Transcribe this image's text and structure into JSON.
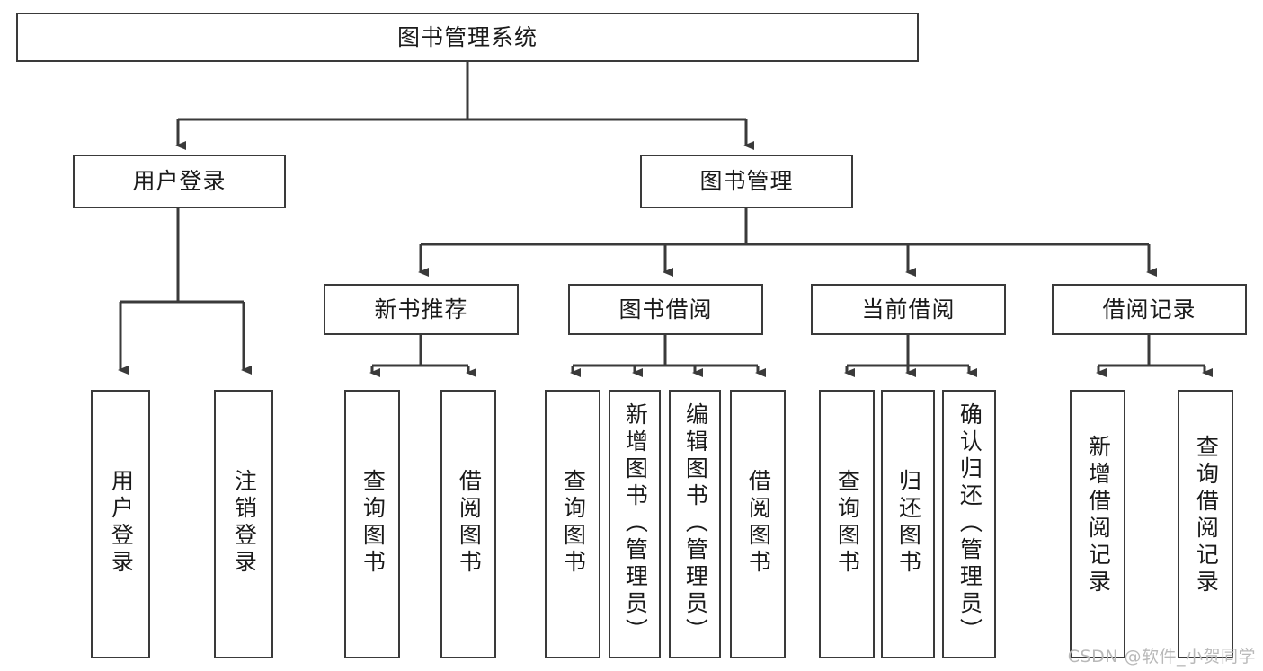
{
  "diagram": {
    "type": "tree",
    "title": "图书管理系统",
    "background": "#ffffff",
    "line_color": "#3a3a3a",
    "box_border_color": "#3a3a3a",
    "box_fill": "#ffffff",
    "text_color": "#1a1a1a",
    "watermark": "CSDN @软件_小贺同学",
    "root": {
      "label": "图书管理系统",
      "children": [
        {
          "label": "用户登录",
          "children": [
            {
              "label": "用户登录"
            },
            {
              "label": "注销登录"
            }
          ]
        },
        {
          "label": "图书管理",
          "children": [
            {
              "label": "新书推荐",
              "children": [
                {
                  "label": "查询图书"
                },
                {
                  "label": "借阅图书"
                }
              ]
            },
            {
              "label": "图书借阅",
              "children": [
                {
                  "label": "查询图书"
                },
                {
                  "label": "新增图书（管理员）"
                },
                {
                  "label": "编辑图书（管理员）"
                },
                {
                  "label": "借阅图书"
                }
              ]
            },
            {
              "label": "当前借阅",
              "children": [
                {
                  "label": "查询图书"
                },
                {
                  "label": "归还图书"
                },
                {
                  "label": "确认归还（管理员）"
                }
              ]
            },
            {
              "label": "借阅记录",
              "children": [
                {
                  "label": "新增借阅记录"
                },
                {
                  "label": "查询借阅记录"
                }
              ]
            }
          ]
        }
      ]
    },
    "nodes": {
      "root": {
        "label": "图书管理系统"
      },
      "l1_0": {
        "label": "用户登录"
      },
      "l1_1": {
        "label": "图书管理"
      },
      "l2_0": {
        "label": "新书推荐"
      },
      "l2_1": {
        "label": "图书借阅"
      },
      "l2_2": {
        "label": "当前借阅"
      },
      "l2_3": {
        "label": "借阅记录"
      },
      "leaf_0": {
        "label": "用户登录"
      },
      "leaf_1": {
        "label": "注销登录"
      },
      "leaf_2": {
        "label": "查询图书"
      },
      "leaf_3": {
        "label": "借阅图书"
      },
      "leaf_4": {
        "label": "查询图书"
      },
      "leaf_5": {
        "label": "新增图书（管理员）"
      },
      "leaf_6": {
        "label": "编辑图书（管理员）"
      },
      "leaf_7": {
        "label": "借阅图书"
      },
      "leaf_8": {
        "label": "查询图书"
      },
      "leaf_9": {
        "label": "归还图书"
      },
      "leaf_10": {
        "label": "确认归还（管理员）"
      },
      "leaf_11": {
        "label": "新增借阅记录"
      },
      "leaf_12": {
        "label": "查询借阅记录"
      }
    }
  }
}
